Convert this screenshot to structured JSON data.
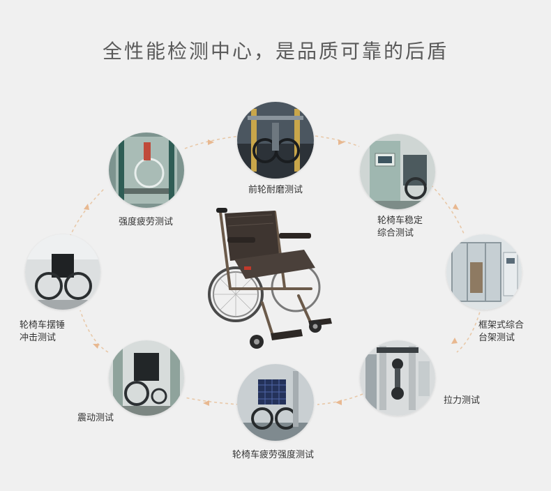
{
  "title": "全性能检测中心，是品质可靠的后盾",
  "colors": {
    "background": "#f0f0f0",
    "title": "#5a5a5a",
    "label": "#333333",
    "arrow_dash": "#e8c8a8",
    "arrow_head": "#e8b890"
  },
  "tests": [
    {
      "key": "front-wheel",
      "lines": [
        "前轮耐磨测试"
      ]
    },
    {
      "key": "stability",
      "lines": [
        "轮椅车稳定",
        "综合测试"
      ]
    },
    {
      "key": "frame",
      "lines": [
        "框架式综合",
        "台架测试"
      ]
    },
    {
      "key": "tensile",
      "lines": [
        "拉力测试"
      ]
    },
    {
      "key": "fatigue-strength",
      "lines": [
        "轮椅车疲劳强度测试"
      ]
    },
    {
      "key": "vibration",
      "lines": [
        "震动测试"
      ]
    },
    {
      "key": "pendulum",
      "lines": [
        "轮椅车摆锤",
        "冲击测试"
      ]
    },
    {
      "key": "strength-fatigue",
      "lines": [
        "强度疲劳测试"
      ]
    }
  ]
}
